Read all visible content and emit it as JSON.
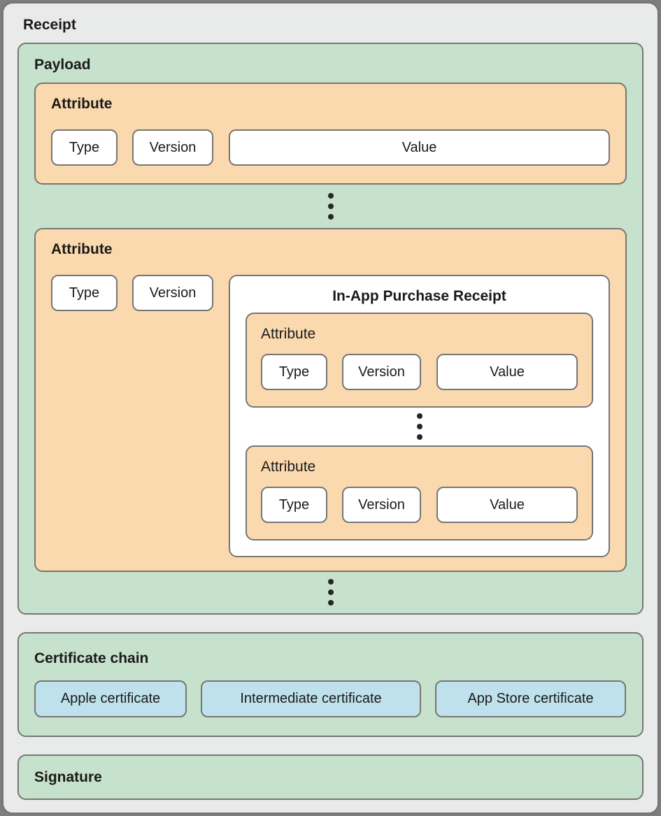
{
  "colors": {
    "frame_background": "#e9eaea",
    "green_section": "#c7e2cc",
    "orange_attribute": "#fbd9ae",
    "blue_certificate": "#bfe1ec",
    "white_field": "#ffffff",
    "border_gray": "#767676",
    "text": "#1a1a1a"
  },
  "receipt": {
    "title": "Receipt",
    "payload": {
      "label": "Payload",
      "attribute_1": {
        "label": "Attribute",
        "fields": [
          "Type",
          "Version",
          "Value"
        ]
      },
      "attribute_2": {
        "label": "Attribute",
        "fields": [
          "Type",
          "Version"
        ],
        "in_app_purchase_receipt": {
          "title": "In-App Purchase Receipt",
          "attribute_1": {
            "label": "Attribute",
            "fields": [
              "Type",
              "Version",
              "Value"
            ]
          },
          "attribute_2": {
            "label": "Attribute",
            "fields": [
              "Type",
              "Version",
              "Value"
            ]
          }
        }
      }
    },
    "certificate_chain": {
      "label": "Certificate chain",
      "certificates": [
        "Apple certificate",
        "Intermediate certificate",
        "App Store certificate"
      ]
    },
    "signature": {
      "label": "Signature"
    }
  }
}
